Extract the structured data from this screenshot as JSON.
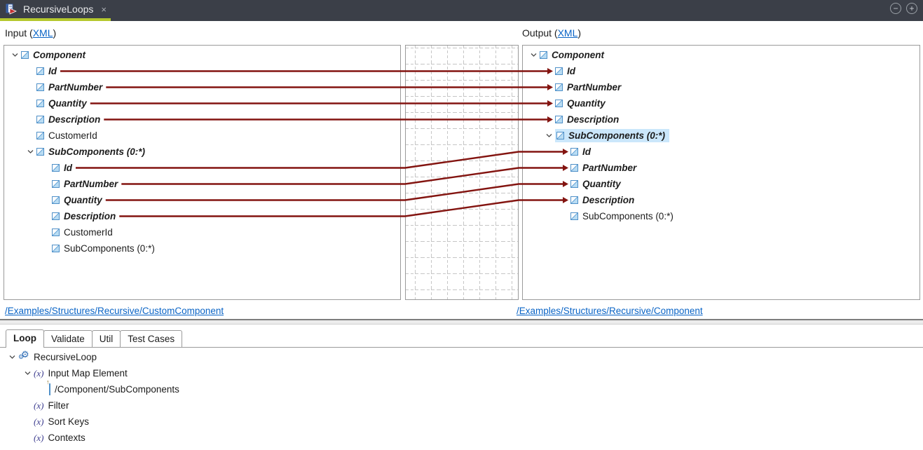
{
  "window": {
    "title": "RecursiveLoops",
    "close_glyph": "×",
    "zoom_out_glyph": "−",
    "zoom_in_glyph": "+"
  },
  "headers": {
    "input_prefix": "Input (",
    "output_prefix": "Output (",
    "xml_link_label": "XML",
    "suffix": ")"
  },
  "footer_links": {
    "input_path": "/Examples/Structures/Recursive/CustomComponent",
    "output_path": "/Examples/Structures/Recursive/Component"
  },
  "left_tree": [
    {
      "id": "l0",
      "label": "Component",
      "level": 0,
      "emph": true,
      "chevron": true,
      "icon": "element"
    },
    {
      "id": "l1",
      "label": "Id",
      "level": 1,
      "emph": true,
      "icon": "element"
    },
    {
      "id": "l2",
      "label": "PartNumber",
      "level": 1,
      "emph": true,
      "icon": "element"
    },
    {
      "id": "l3",
      "label": "Quantity",
      "level": 1,
      "emph": true,
      "icon": "element"
    },
    {
      "id": "l4",
      "label": "Description",
      "level": 1,
      "emph": true,
      "icon": "element"
    },
    {
      "id": "l5",
      "label": "CustomerId",
      "level": 1,
      "emph": false,
      "icon": "element"
    },
    {
      "id": "l6",
      "label": "SubComponents (0:*)",
      "level": 1,
      "emph": true,
      "chevron": true,
      "icon": "element"
    },
    {
      "id": "l7",
      "label": "Id",
      "level": 2,
      "emph": true,
      "icon": "element"
    },
    {
      "id": "l8",
      "label": "PartNumber",
      "level": 2,
      "emph": true,
      "icon": "element"
    },
    {
      "id": "l9",
      "label": "Quantity",
      "level": 2,
      "emph": true,
      "icon": "element"
    },
    {
      "id": "l10",
      "label": "Description",
      "level": 2,
      "emph": true,
      "icon": "element"
    },
    {
      "id": "l11",
      "label": "CustomerId",
      "level": 2,
      "emph": false,
      "icon": "element"
    },
    {
      "id": "l12",
      "label": "SubComponents (0:*)",
      "level": 2,
      "emph": false,
      "icon": "element"
    }
  ],
  "right_tree": [
    {
      "id": "r0",
      "label": "Component",
      "level": 0,
      "emph": true,
      "chevron": true,
      "icon": "element"
    },
    {
      "id": "r1",
      "label": "Id",
      "level": 1,
      "emph": true,
      "icon": "element"
    },
    {
      "id": "r2",
      "label": "PartNumber",
      "level": 1,
      "emph": true,
      "icon": "element"
    },
    {
      "id": "r3",
      "label": "Quantity",
      "level": 1,
      "emph": true,
      "icon": "element"
    },
    {
      "id": "r4",
      "label": "Description",
      "level": 1,
      "emph": true,
      "icon": "element"
    },
    {
      "id": "r5",
      "label": "SubComponents (0:*)",
      "level": 1,
      "emph": true,
      "chevron": true,
      "icon": "element",
      "selected": true
    },
    {
      "id": "r6",
      "label": "Id",
      "level": 2,
      "emph": true,
      "icon": "element"
    },
    {
      "id": "r7",
      "label": "PartNumber",
      "level": 2,
      "emph": true,
      "icon": "element"
    },
    {
      "id": "r8",
      "label": "Quantity",
      "level": 2,
      "emph": true,
      "icon": "element"
    },
    {
      "id": "r9",
      "label": "Description",
      "level": 2,
      "emph": true,
      "icon": "element"
    },
    {
      "id": "r10",
      "label": "SubComponents (0:*)",
      "level": 2,
      "emph": false,
      "icon": "element"
    }
  ],
  "connections": [
    {
      "from": "l1",
      "to": "r1"
    },
    {
      "from": "l2",
      "to": "r2"
    },
    {
      "from": "l3",
      "to": "r3"
    },
    {
      "from": "l4",
      "to": "r4"
    },
    {
      "from": "l7",
      "to": "r6"
    },
    {
      "from": "l8",
      "to": "r7"
    },
    {
      "from": "l9",
      "to": "r8"
    },
    {
      "from": "l10",
      "to": "r9"
    }
  ],
  "bottom_panel": {
    "tabs": [
      {
        "label": "Loop",
        "active": true
      },
      {
        "label": "Validate",
        "active": false
      },
      {
        "label": "Util",
        "active": false
      },
      {
        "label": "Test Cases",
        "active": false
      }
    ],
    "tree": [
      {
        "id": "b0",
        "label": "RecursiveLoop",
        "level": 0,
        "chevron": true,
        "icon": "gears"
      },
      {
        "id": "b1",
        "label": "Input Map Element",
        "level": 1,
        "chevron": true,
        "icon": "fx"
      },
      {
        "id": "b2",
        "label": "/Component/SubComponents",
        "level": 2,
        "icon": "element-ref"
      },
      {
        "id": "b3",
        "label": "Filter",
        "level": 1,
        "icon": "fx"
      },
      {
        "id": "b4",
        "label": "Sort Keys",
        "level": 1,
        "icon": "fx"
      },
      {
        "id": "b5",
        "label": "Contexts",
        "level": 1,
        "icon": "fx"
      }
    ],
    "fx_glyph": "(x)",
    "gear_glyph": "⚙",
    "ref_arrow_glyph": "↑"
  },
  "colors": {
    "wire": "#831410",
    "accent_underline": "#b5c82e",
    "link": "#0a64c6",
    "selection": "#cbe7fb",
    "titlebar": "#3b3f48"
  }
}
